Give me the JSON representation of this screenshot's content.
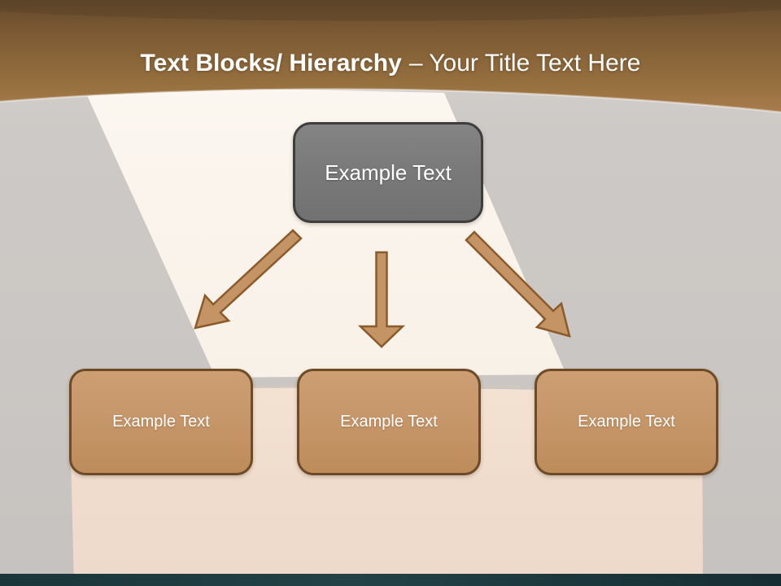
{
  "slide": {
    "header": {
      "title_bold": "Text Blocks/ Hierarchy",
      "title_regular": "– Your Title Text Here",
      "text_color": "#ffffff",
      "band_top_color": "#63492c",
      "band_bottom_color": "#a87c4e"
    },
    "diagram": {
      "root": {
        "label": "Example Text",
        "fill": "#7a7a7a",
        "border": "#3d3d3d"
      },
      "children": [
        {
          "label": "Example Text"
        },
        {
          "label": "Example Text"
        },
        {
          "label": "Example Text"
        }
      ],
      "child_fill": "#c6976a",
      "child_border": "#6f4a26",
      "arrow_fill": "#c49465",
      "arrow_stroke": "#8a5a2b"
    },
    "background": {
      "gray": "#cbc7c4",
      "sheet": "#faf4ed",
      "box_face": "#f0dfcf",
      "footer_bar": "#1d383c"
    }
  }
}
